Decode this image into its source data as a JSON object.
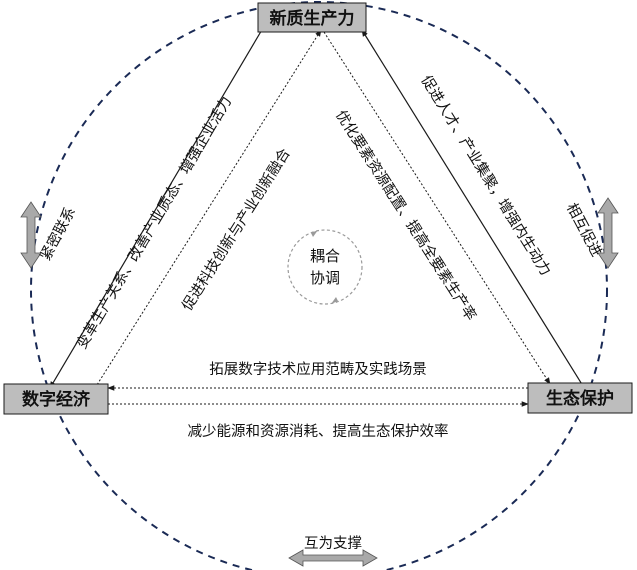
{
  "nodes": {
    "top": "新质生产力",
    "left": "数字经济",
    "right": "生态保护"
  },
  "edges": {
    "left_outer": "变革生产关系、改善产业质态、增强企业活力",
    "left_inner": "促进科技创新与产业创新融合",
    "right_inner": "优化要素资源配置、提高全要素生产率",
    "right_outer": "促进人才、产业集聚，增强内生动力",
    "bottom_upper": "拓展数字技术应用范畴及实践场景",
    "bottom_lower": "减少能源和资源消耗、提高生态保护效率"
  },
  "center": {
    "line1": "耦合",
    "line2": "协调"
  },
  "circle_labels": {
    "left": "紧密联系",
    "right": "相互促进",
    "bottom": "互为支撑"
  },
  "colors": {
    "node_fill": "#bdbdbd",
    "line": "#1a1a1a",
    "arrow_fill": "#a9a9a9",
    "center_circle": "#9a9a9a"
  }
}
